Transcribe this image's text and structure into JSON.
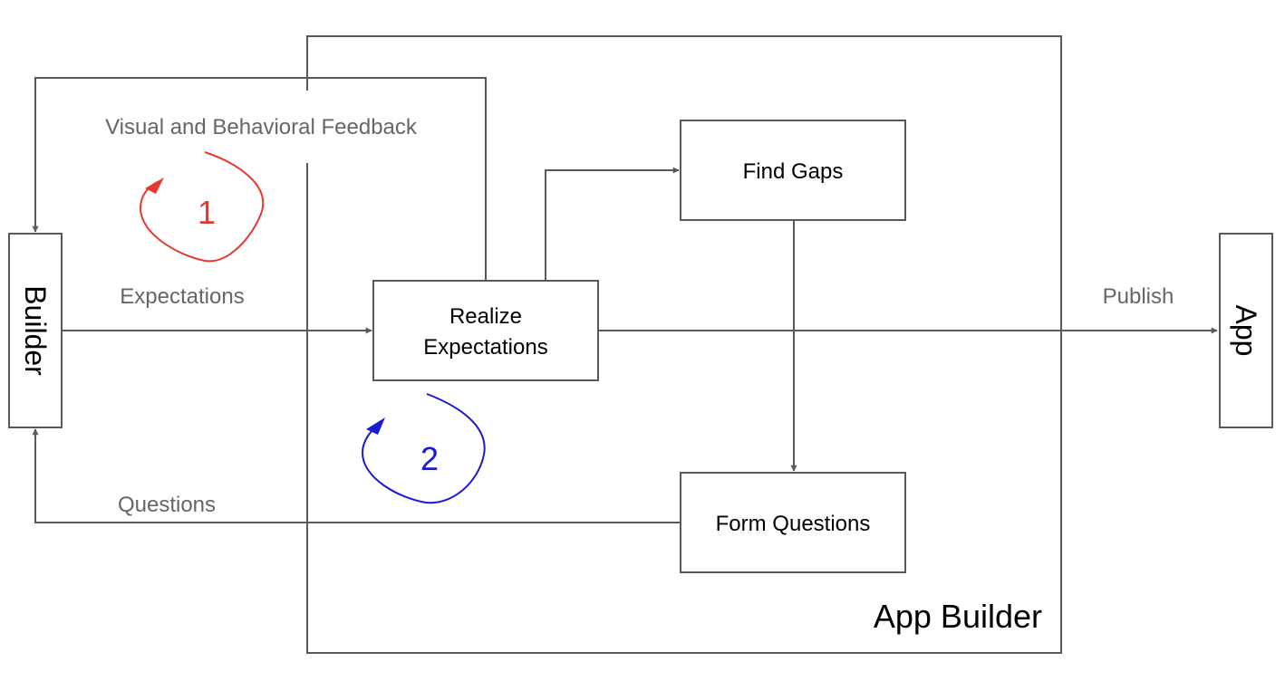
{
  "nodes": {
    "builder": "Builder",
    "app": "App",
    "realize": [
      "Realize",
      "Expectations"
    ],
    "find_gaps": "Find Gaps",
    "form_questions": "Form Questions"
  },
  "container": {
    "label": "App Builder"
  },
  "edges": {
    "feedback": "Visual and Behavioral Feedback",
    "expectations": "Expectations",
    "questions": "Questions",
    "publish": "Publish"
  },
  "loops": {
    "loop1": {
      "number": "1",
      "color": "#e53a2e"
    },
    "loop2": {
      "number": "2",
      "color": "#1a1ad6"
    }
  },
  "colors": {
    "stroke": "#595959",
    "edge_label": "#666666",
    "text": "#000000"
  }
}
